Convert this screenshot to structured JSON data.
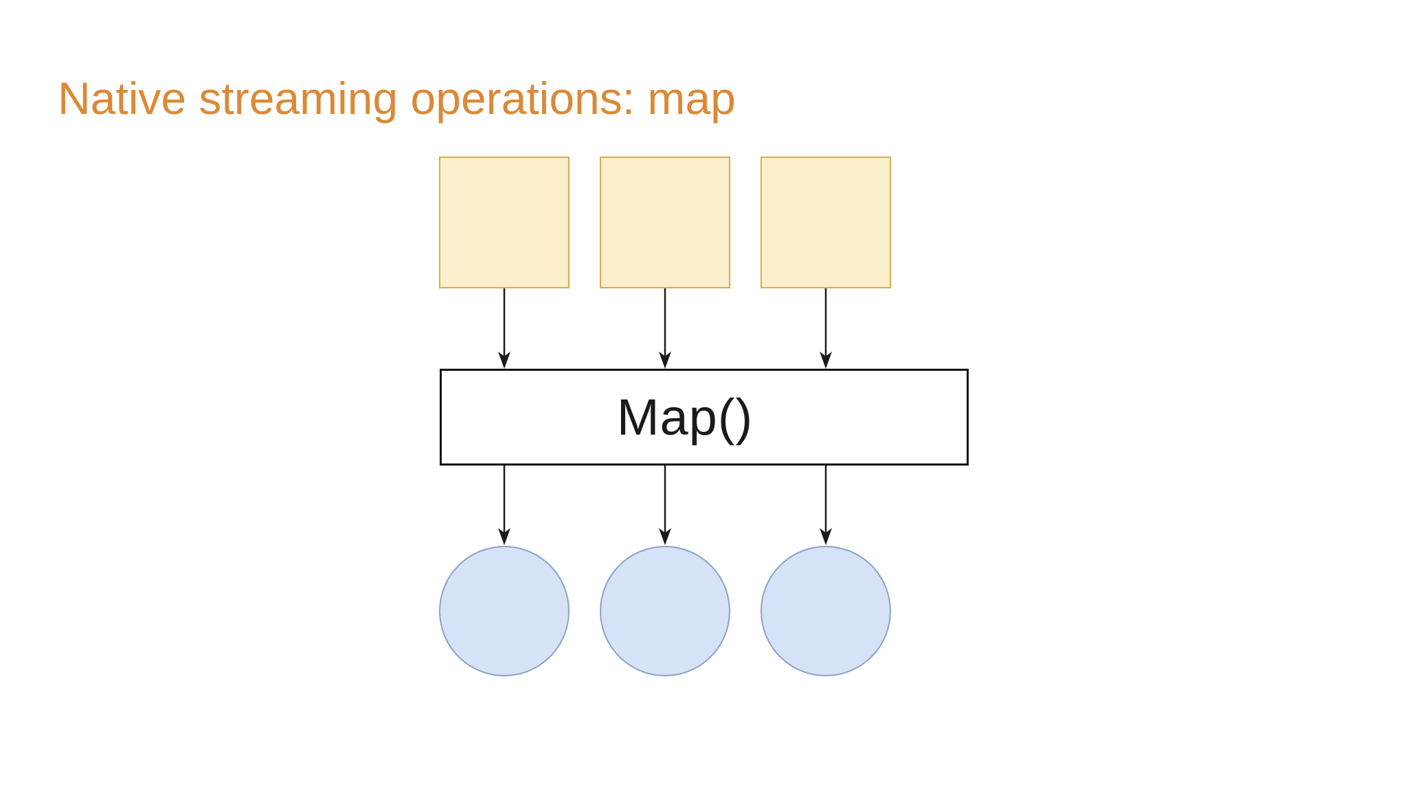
{
  "slide": {
    "title": "Native streaming operations: map",
    "operator": {
      "label": "Map()"
    }
  },
  "diagram": {
    "input_nodes": {
      "count": 3,
      "shape": "square"
    },
    "output_nodes": {
      "count": 3,
      "shape": "circle"
    },
    "flow": "3 input events -> Map() -> 3 output events"
  },
  "colors": {
    "background": "#ffffff",
    "title_color": "#db8936",
    "square_fill": "#fcefcb",
    "square_border": "#d2ae4c",
    "circle_fill": "#d6e2f7",
    "circle_border": "#8ca1c5",
    "box_fill": "#ffffff",
    "box_border": "#111111",
    "line_color": "#1a1a1a"
  }
}
